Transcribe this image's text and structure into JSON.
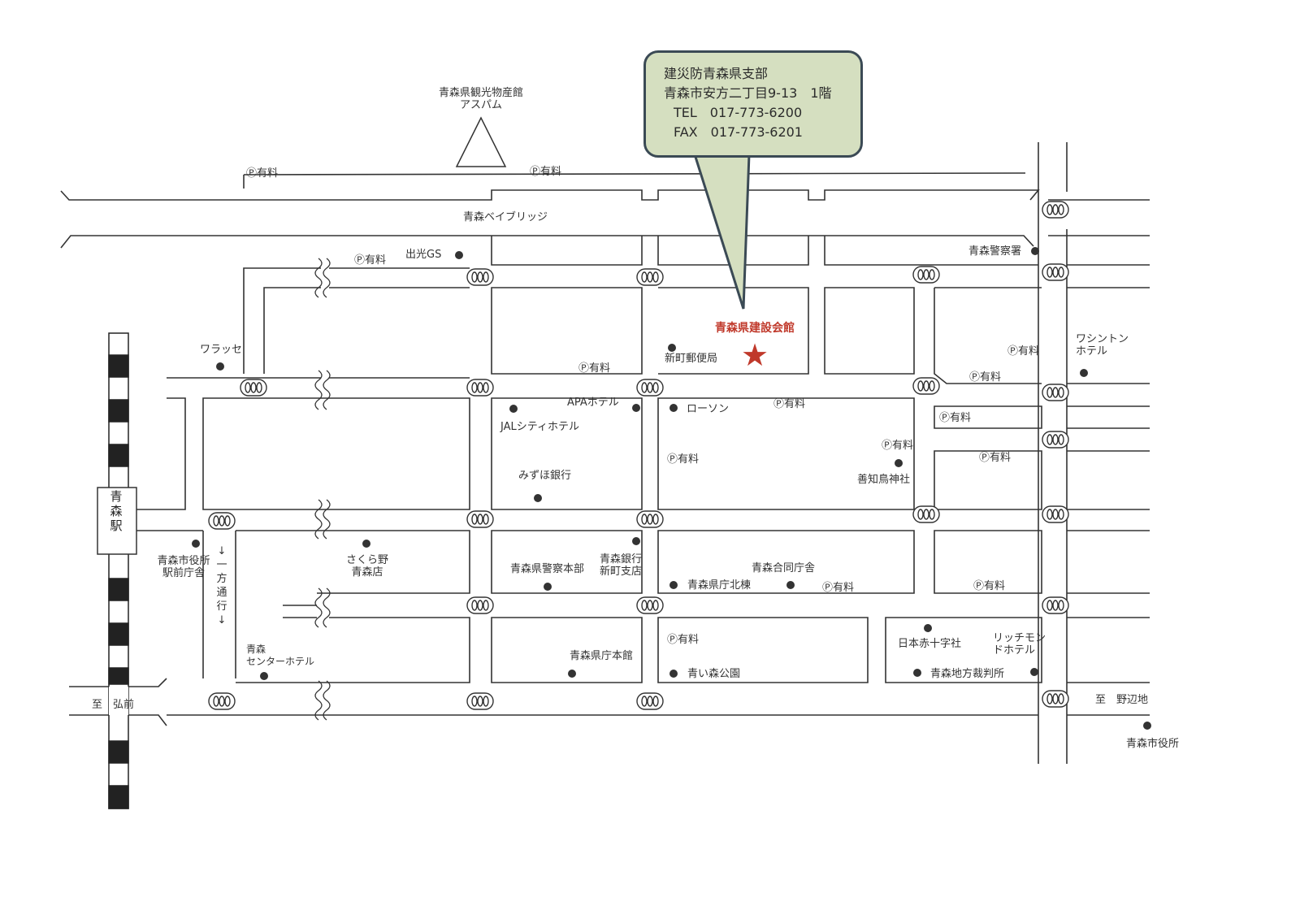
{
  "callout": {
    "title": "建災防青森県支部",
    "address": "青森市安方二丁目9-13　1階",
    "tel": "TEL　017-773-6200",
    "fax": "FAX　017-773-6201"
  },
  "headquarters": {
    "name": "青森県建設会館",
    "marker_icon": "star-icon"
  },
  "roads": {
    "bridge": "青森ベイブリッジ",
    "to_hirosaki": "至　弘前",
    "to_nohechi": "至　野辺地",
    "one_way": "↓\n一\n方\n通\n行\n↓"
  },
  "station": {
    "name": "青\n森\n駅"
  },
  "landmark": {
    "name": "青森県観光物産館\nアスパム"
  },
  "parking_label": "Ⓟ有料",
  "places": {
    "idemitsu": "出光GS",
    "keisatsusho": "青森警察署",
    "warasse": "ワラッセ",
    "washington": "ワシントン\nホテル",
    "shinmachi_post": "新町郵便局",
    "apa": "APAホテル",
    "lawson": "ローソン",
    "jal": "JALシティホテル",
    "mizuho": "みずほ銀行",
    "zenchi": "善知鳥神社",
    "city_hall_ekimae": "青森市役所\n駅前庁舎",
    "sakurano": "さくら野\n青森店",
    "police_hq": "青森県警察本部",
    "aomori_bank": "青森銀行\n新町支店",
    "godo": "青森合同庁舎",
    "pref_north": "青森県庁北棟",
    "center_hotel": "青森\nセンターホテル",
    "pref_main": "青森県庁本館",
    "aoimori_park": "青い森公園",
    "red_cross": "日本赤十字社",
    "richmond": "リッチモン\nドホテル",
    "court": "青森地方裁判所",
    "city_hall": "青森市役所"
  }
}
